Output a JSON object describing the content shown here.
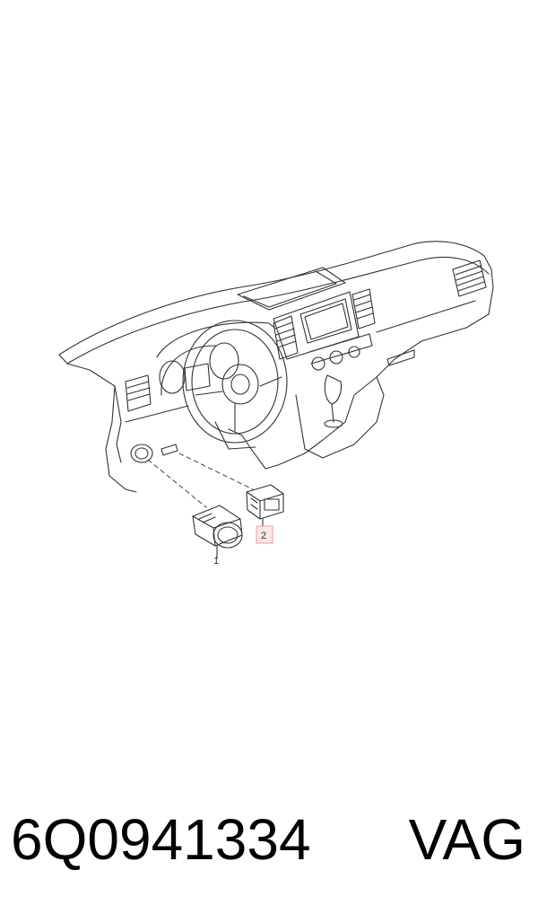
{
  "diagram": {
    "callouts": [
      {
        "label": "1",
        "highlighted": false
      },
      {
        "label": "2",
        "highlighted": true
      }
    ],
    "highlight_color": "#e8a0a0",
    "line_color": "#333333"
  },
  "caption": {
    "part_number": "6Q0941334",
    "brand": "VAG"
  }
}
